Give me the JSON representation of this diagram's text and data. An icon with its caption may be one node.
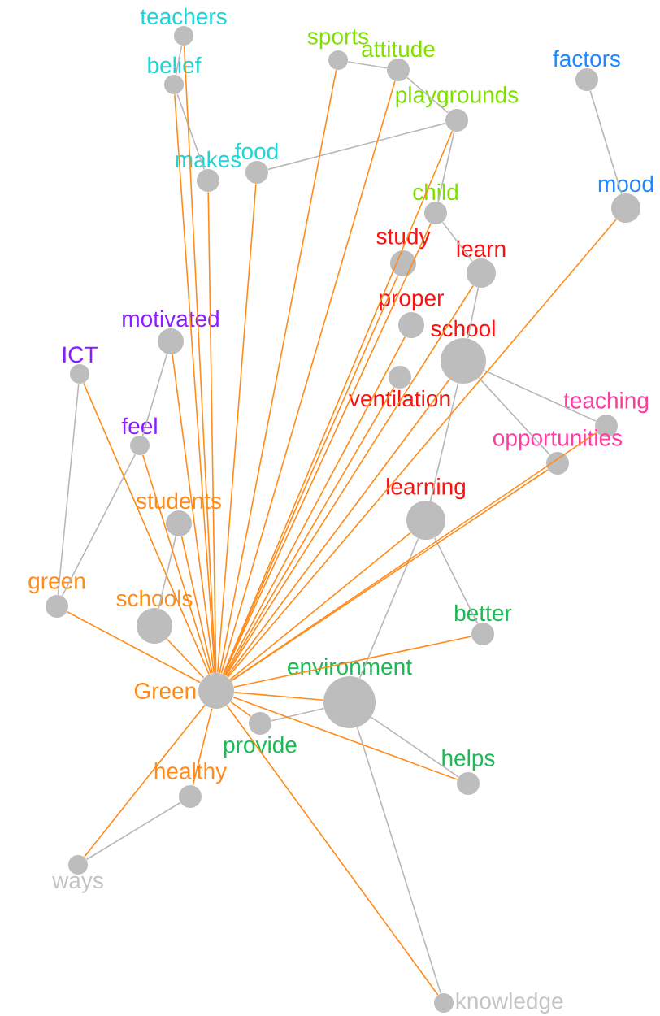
{
  "diagram": {
    "nodes": [
      {
        "text": [
          "teachers"
        ]
      },
      {
        "text": [
          "belief"
        ]
      },
      {
        "text": [
          "sports"
        ]
      },
      {
        "text": [
          "attitude"
        ]
      },
      {
        "text": [
          "factors"
        ]
      },
      {
        "text": [
          "playgrounds"
        ]
      },
      {
        "text": [
          "makes"
        ]
      },
      {
        "text": [
          "food"
        ]
      },
      {
        "text": [
          "mood"
        ]
      },
      {
        "text": [
          "child"
        ]
      },
      {
        "text": [
          "study"
        ]
      },
      {
        "text": [
          "learn"
        ]
      },
      {
        "text": [
          "proper"
        ]
      },
      {
        "text": [
          "motivated"
        ]
      },
      {
        "text": [
          "ventilation"
        ]
      },
      {
        "text": [
          "school"
        ]
      },
      {
        "text": [
          "ICT"
        ]
      },
      {
        "text": [
          "teaching"
        ]
      },
      {
        "text": [
          "feel"
        ]
      },
      {
        "text": [
          "opportunities"
        ]
      },
      {
        "text": [
          "learning"
        ]
      },
      {
        "text": [
          "students"
        ]
      },
      {
        "text": [
          "green"
        ]
      },
      {
        "text": [
          "better"
        ]
      },
      {
        "text": [
          "schools"
        ]
      },
      {
        "text": [
          "environment"
        ]
      },
      {
        "text": [
          "provide"
        ]
      },
      {
        "text": [
          "Green"
        ]
      },
      {
        "text": [
          "helps"
        ]
      },
      {
        "text": [
          "healthy"
        ]
      },
      {
        "text": [
          "ways"
        ]
      },
      {
        "text": [
          "knowledge"
        ]
      }
    ],
    "edges": [
      {
        "from": 0,
        "to": 1,
        "arrow": "none",
        "color": "#b8b8b8"
      },
      {
        "from": 1,
        "to": 6,
        "arrow": "none",
        "color": "#b8b8b8"
      },
      {
        "from": 2,
        "to": 3,
        "arrow": "none",
        "color": "#b8b8b8"
      },
      {
        "from": 3,
        "to": 5,
        "arrow": "none",
        "color": "#b8b8b8"
      },
      {
        "from": 7,
        "to": 5,
        "arrow": "none",
        "color": "#b8b8b8"
      },
      {
        "from": 4,
        "to": 8,
        "arrow": "none",
        "color": "#b8b8b8"
      },
      {
        "from": 5,
        "to": 9,
        "arrow": "none",
        "color": "#b8b8b8"
      },
      {
        "from": 9,
        "to": 11,
        "arrow": "none",
        "color": "#b8b8b8"
      },
      {
        "from": 11,
        "to": 15,
        "arrow": "none",
        "color": "#b8b8b8"
      },
      {
        "from": 13,
        "to": 18,
        "arrow": "none",
        "color": "#b8b8b8"
      },
      {
        "from": 15,
        "to": 17,
        "arrow": "none",
        "color": "#b8b8b8"
      },
      {
        "from": 15,
        "to": 19,
        "arrow": "none",
        "color": "#b8b8b8"
      },
      {
        "from": 15,
        "to": 20,
        "arrow": "none",
        "color": "#b8b8b8"
      },
      {
        "from": 16,
        "to": 22,
        "arrow": "none",
        "color": "#b8b8b8"
      },
      {
        "from": 18,
        "to": 22,
        "arrow": "none",
        "color": "#b8b8b8"
      },
      {
        "from": 21,
        "to": 24,
        "arrow": "none",
        "color": "#b8b8b8"
      },
      {
        "from": 20,
        "to": 23,
        "arrow": "none",
        "color": "#b8b8b8"
      },
      {
        "from": 20,
        "to": 25,
        "arrow": "none",
        "color": "#b8b8b8"
      },
      {
        "from": 26,
        "to": 25,
        "arrow": "none",
        "color": "#b8b8b8"
      },
      {
        "from": 25,
        "to": 28,
        "arrow": "none",
        "color": "#b8b8b8"
      },
      {
        "from": 25,
        "to": 31,
        "arrow": "none",
        "color": "#b8b8b8"
      },
      {
        "from": 29,
        "to": 30,
        "arrow": "none",
        "color": "#b8b8b8"
      },
      {
        "from": 27,
        "to": 0,
        "arrow": "none"
      },
      {
        "from": 27,
        "to": 1,
        "arrow": "none"
      },
      {
        "from": 27,
        "to": 2,
        "arrow": "none"
      },
      {
        "from": 27,
        "to": 3,
        "arrow": "none"
      },
      {
        "from": 27,
        "to": 5,
        "arrow": "none"
      },
      {
        "from": 27,
        "to": 6,
        "arrow": "none"
      },
      {
        "from": 27,
        "to": 7,
        "arrow": "none"
      },
      {
        "from": 27,
        "to": 8,
        "arrow": "none"
      },
      {
        "from": 27,
        "to": 9,
        "arrow": "none"
      },
      {
        "from": 27,
        "to": 10,
        "arrow": "none"
      },
      {
        "from": 27,
        "to": 11,
        "arrow": "none"
      },
      {
        "from": 27,
        "to": 12,
        "arrow": "none"
      },
      {
        "from": 27,
        "to": 13,
        "arrow": "none"
      },
      {
        "from": 27,
        "to": 14,
        "arrow": "none"
      },
      {
        "from": 27,
        "to": 15,
        "arrow": "none"
      },
      {
        "from": 27,
        "to": 16,
        "arrow": "none"
      },
      {
        "from": 27,
        "to": 17,
        "arrow": "none"
      },
      {
        "from": 27,
        "to": 18,
        "arrow": "none"
      },
      {
        "from": 27,
        "to": 19,
        "arrow": "none"
      },
      {
        "from": 27,
        "to": 20,
        "arrow": "none"
      },
      {
        "from": 27,
        "to": 21,
        "arrow": "none"
      },
      {
        "from": 27,
        "to": 22,
        "arrow": "none"
      },
      {
        "from": 27,
        "to": 23,
        "arrow": "none"
      },
      {
        "from": 27,
        "to": 24,
        "arrow": "none"
      },
      {
        "from": 27,
        "to": 25,
        "arrow": "none"
      },
      {
        "from": 27,
        "to": 26,
        "arrow": "none"
      },
      {
        "from": 27,
        "to": 28,
        "arrow": "none"
      },
      {
        "from": 27,
        "to": 29,
        "arrow": "none"
      },
      {
        "from": 27,
        "to": 30,
        "arrow": "none"
      },
      {
        "from": 27,
        "to": 31,
        "arrow": "none"
      }
    ]
  }
}
